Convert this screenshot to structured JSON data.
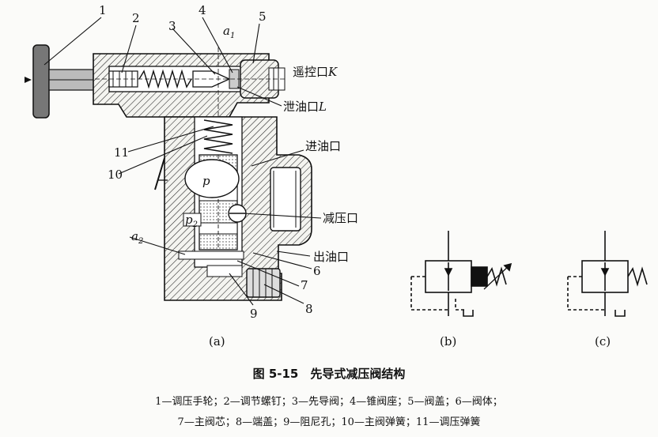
{
  "figure": {
    "title": "图 5-15　先导式减压阀结构",
    "legend_line1": "1—调压手轮；2—调节螺钉；3—先导阀；4—锥阀座；5—阀盖；6—阀体；",
    "legend_line2": "7—主阀芯；8—端盖；9—阻尼孔；10—主阀弹簧；11—调压弹簧"
  },
  "callouts": {
    "n1": "1",
    "n2": "2",
    "n3": "3",
    "n4": "4",
    "n5": "5",
    "n6": "6",
    "n7": "7",
    "n8": "8",
    "n9": "9",
    "n10": "10",
    "n11": "11",
    "a1": "a",
    "a1_sub": "1",
    "a2": "a",
    "a2_sub": "2",
    "p": "p",
    "p2": "p",
    "p2_sub": "2"
  },
  "ports": {
    "remote": "遥控口",
    "remote_sym": "K",
    "drain": "泄油口",
    "drain_sym": "L",
    "inlet": "进油口",
    "reducing": "减压口",
    "outlet": "出油口"
  },
  "subfigures": {
    "a": "(a)",
    "b": "(b)",
    "c": "(c)"
  }
}
